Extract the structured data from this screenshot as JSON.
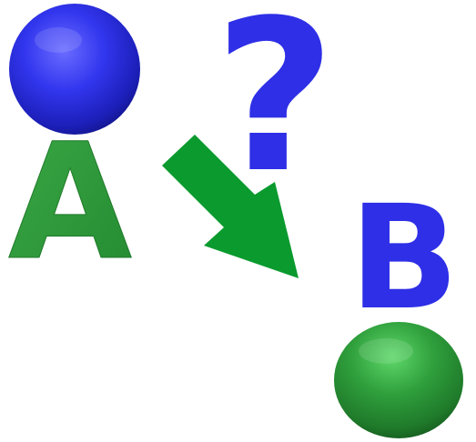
{
  "labels": {
    "start": "A",
    "end": "B",
    "question": "?"
  },
  "colors": {
    "blue": "#2e2fe6",
    "green": "#2a9a3a",
    "arrow_green": "#0a9a2e",
    "background": "#ffffff"
  },
  "icons": {
    "start_node": "blue-sphere",
    "end_node": "green-sphere",
    "direction": "arrow-down-right",
    "unknown": "question-mark"
  }
}
